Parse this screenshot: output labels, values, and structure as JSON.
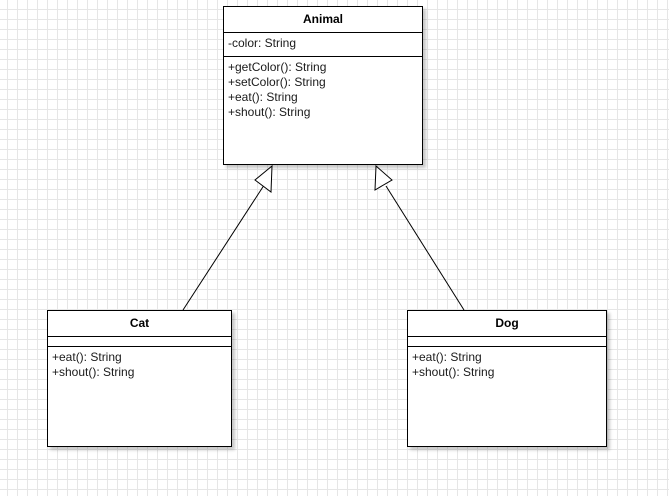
{
  "diagram": {
    "type": "uml-class-diagram",
    "classes": {
      "animal": {
        "name": "Animal",
        "attributes": [
          "-color: String"
        ],
        "operations": [
          "+getColor(): String",
          "+setColor(): String",
          "+eat(): String",
          "+shout(): String"
        ]
      },
      "cat": {
        "name": "Cat",
        "attributes": [],
        "operations": [
          "+eat(): String",
          "+shout(): String"
        ]
      },
      "dog": {
        "name": "Dog",
        "attributes": [],
        "operations": [
          "+eat(): String",
          "+shout(): String"
        ]
      }
    },
    "relationships": [
      {
        "type": "generalization",
        "from": "Cat",
        "to": "Animal"
      },
      {
        "type": "generalization",
        "from": "Dog",
        "to": "Animal"
      }
    ]
  },
  "colors": {
    "background": "#ffffff",
    "grid": "#e6e6e6",
    "stroke": "#000000"
  }
}
